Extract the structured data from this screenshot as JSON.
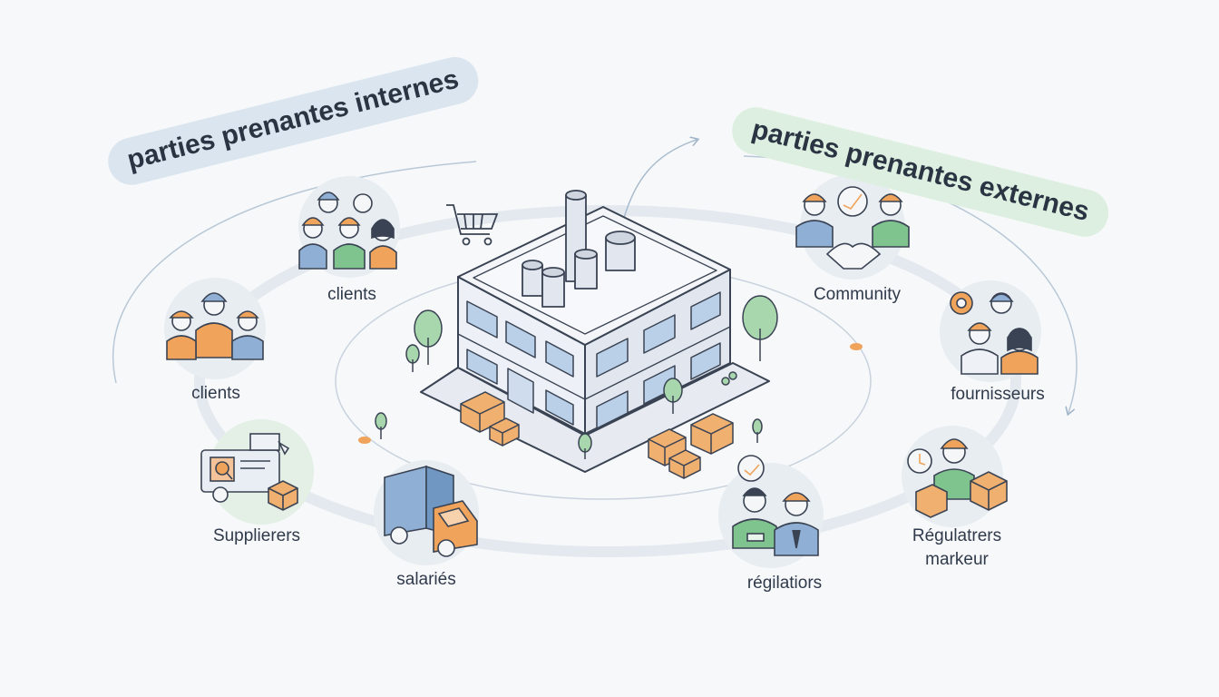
{
  "banners": {
    "internal": "parties prenantes internes",
    "external": "parties prenantes externes"
  },
  "nodes": {
    "clients_top": "clients",
    "clients_left": "clients",
    "suppliers": "Supplierers",
    "salaries": "salariés",
    "regilatiors": "régilatiors",
    "regulatrers": "Régulatrers",
    "markeur": "markeur",
    "fournisseurs": "fournisseurs",
    "community": "Community"
  },
  "colors": {
    "orange": "#f0a35a",
    "blue": "#8fb0d4",
    "green": "#7fc48f",
    "outline": "#3a4353",
    "ring": "#e3e8ee",
    "building": "#eef1f6"
  }
}
